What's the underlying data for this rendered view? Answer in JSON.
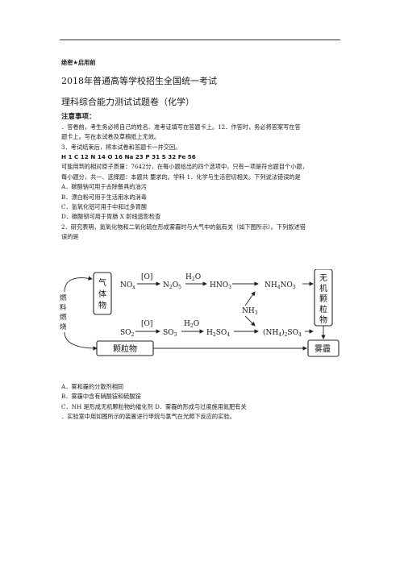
{
  "header": {
    "secret_label": "绝密★启用前",
    "title": "2018年普通高等学校招生全国统一考试",
    "subtitle": "理科综合能力测试试题卷（化学）"
  },
  "notes": {
    "heading": "注意事项：",
    "line1": "．答卷前，考生务必将自己的姓名、准考证填写在答题卡上。12．作答时，务必将答案写在答",
    "line2": "题卡上。写在本试卷及草稿纸上无效。",
    "line3": "3．考试结束后，将本试卷和答题卡一并交回。"
  },
  "atomic_masses": "H 1    C 12    N 14    O 16    Na 23    P 31    S 32    Fe 56",
  "intro": {
    "line1": "可能用到的相对原子质量：7642分，在每小题给出的四个选项中，只有一项是符合题目个小题，",
    "line2": "每小题分，共一、选择题：本题共 要求的。学科 1．化学与生活密切相关。下列说法错误的是"
  },
  "q1": {
    "a": "A．碳酸钠可用于去除餐具的油污",
    "b": "B．漂白粉可用于生活用水的消毒",
    "c": "C．氢氧化铝可用于中和过多胃酸",
    "d": "D．碳酸钡可用于胃肠 X 射线造影检查"
  },
  "q2": {
    "line1": "2．研究表明，氮氧化物和二氧化硫在形成雾霾时与大气中的氨有关（如下图所示）。下列叙述错",
    "line2": "误的是",
    "a": "A．雾和霾的分散剂相同",
    "b": "B．雾霾中含有硝酸铵和硫酸铵",
    "cd": "C．NH 是形成无机颗粒物的催化剂   D．雾霾的形成与过度施用氮肥有关",
    "next": "．实验室中用如图所示的装置进行甲烷与氯气在光照下反应的实验。"
  },
  "diagram": {
    "fuel": [
      "燃",
      "料",
      "燃",
      "烧"
    ],
    "gas_box": [
      "气",
      "体",
      "物"
    ],
    "inorganic_box": [
      "无",
      "机",
      "颗",
      "粒",
      "物"
    ],
    "particle_box": "颗粒物",
    "smog_box": "雾霾",
    "row1": {
      "c1": "NO",
      "c1s": "x",
      "c2": "N",
      "c2s": "2",
      "c2b": "O",
      "c2bs": "5",
      "c3": "HNO",
      "c3s": "3",
      "c4": "NH",
      "c4s": "4",
      "c4b": "NO",
      "c4bs": "3",
      "o": "[O]",
      "w": "H",
      "ws": "2",
      "wb": "O"
    },
    "nh3": "NH",
    "nh3s": "3",
    "row2": {
      "c1": "SO",
      "c1s": "2",
      "c2": "SO",
      "c2s": "3",
      "c3": "H",
      "c3s": "2",
      "c3b": "SO",
      "c3bs": "4",
      "c4": "(NH",
      "c4s": "4",
      "c4b": ")",
      "c4bs": "2",
      "c4c": "SO",
      "c4cs": "4",
      "o": "[O]",
      "w": "H",
      "ws": "2",
      "wb": "O"
    }
  }
}
